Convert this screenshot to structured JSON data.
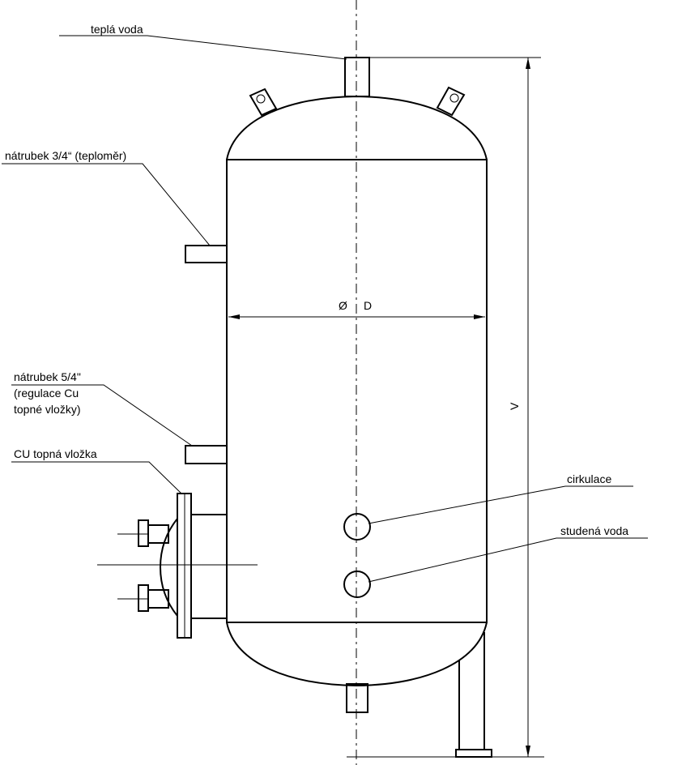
{
  "labels": {
    "hot_water": "teplá voda",
    "nozzle_thermometer": "nátrubek 3/4“ (teploměr)",
    "nozzle_regulation_l1": "nátrubek 5/4\"",
    "nozzle_regulation_l2": "(regulace Cu",
    "nozzle_regulation_l3": "topné vložky)",
    "cu_heater": "CU topná vložka",
    "circulation": "cirkulace",
    "cold_water": "studená voda",
    "diameter_symbol": "Ø",
    "diameter_letter": "D",
    "height_letter": "V"
  },
  "colors": {
    "line": "#000000",
    "background": "#ffffff"
  }
}
